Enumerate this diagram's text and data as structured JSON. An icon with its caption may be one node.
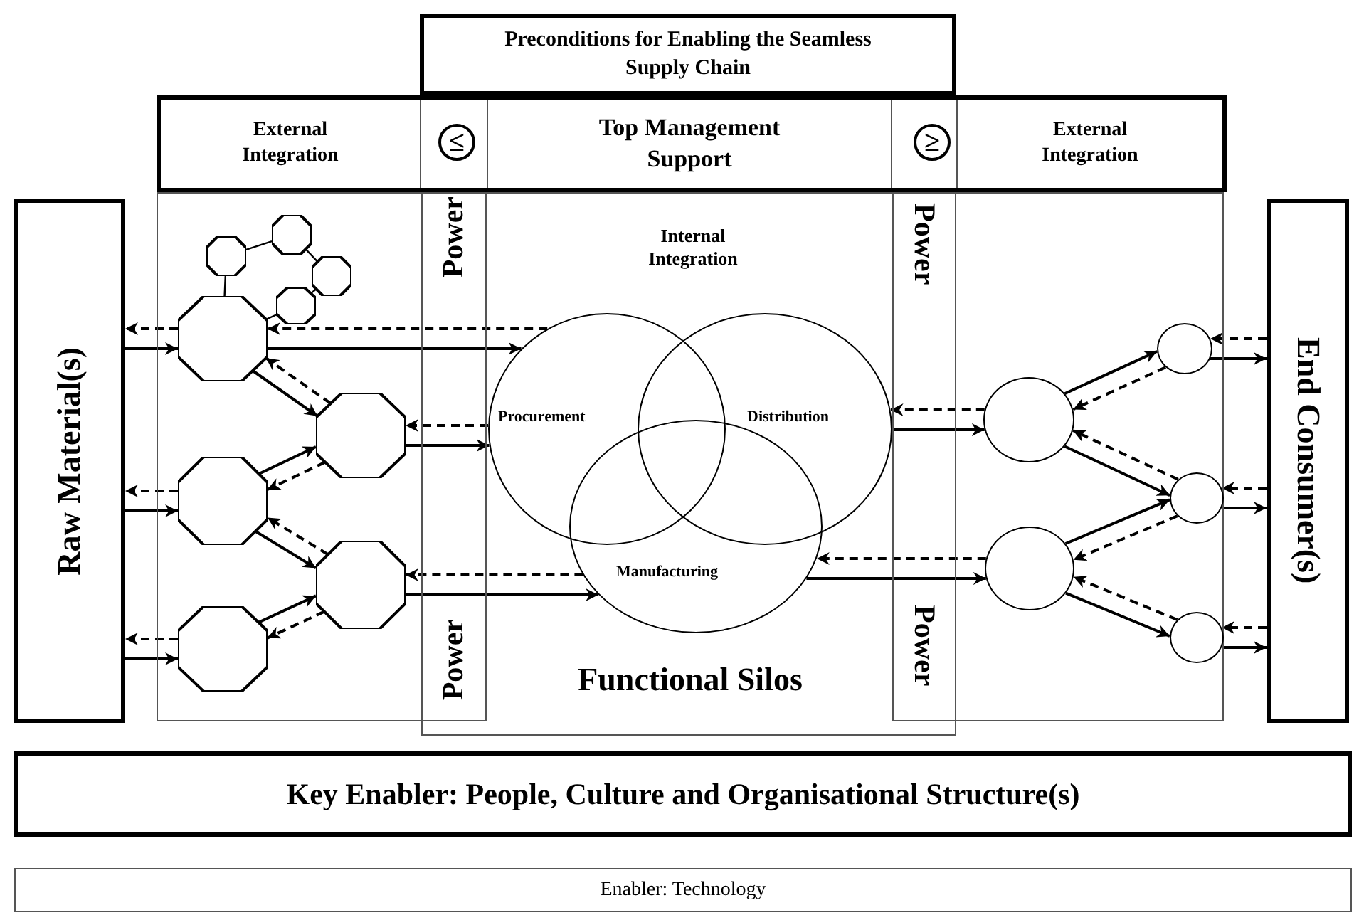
{
  "diagram": {
    "nodes": [
      {
        "text": [
          "Preconditions for Enabling the Seamless Supply Chain"
        ]
      },
      {
        "text": [],
        "shape": "box"
      },
      {
        "text": [
          "External Integration"
        ],
        "in": 1
      },
      {
        "text": [
          "Top Management Support"
        ],
        "in": 1
      },
      {
        "text": [
          "External Integration"
        ],
        "in": 1
      },
      {
        "text": [
          "Raw Material(s)"
        ]
      },
      {
        "text": [],
        "shape": "box"
      },
      {
        "text": [
          "Internal Integration",
          "Functional Silos"
        ]
      },
      {
        "text": [],
        "shape": "box"
      },
      {
        "text": [
          "End Consumer(s)"
        ]
      },
      {
        "text": [],
        "shape": "octagon",
        "in": 6
      },
      {
        "text": [],
        "shape": "octagon",
        "in": 6
      },
      {
        "text": [],
        "shape": "octagon",
        "in": 6
      },
      {
        "text": [],
        "shape": "octagon",
        "in": 6
      },
      {
        "text": [],
        "shape": "octagon",
        "in": 6
      },
      {
        "text": [],
        "shape": "octagon",
        "in": 6
      },
      {
        "text": [],
        "shape": "octagon",
        "in": 6
      },
      {
        "text": [],
        "shape": "octagon",
        "in": 6
      },
      {
        "text": [],
        "shape": "octagon",
        "in": 6
      },
      {
        "text": [
          "Procurement"
        ],
        "in": 7
      },
      {
        "text": [
          "Distribution"
        ],
        "in": 7
      },
      {
        "text": [
          "Manufacturing"
        ],
        "in": 7
      },
      {
        "text": [],
        "shape": "circle",
        "in": 8
      },
      {
        "text": [],
        "shape": "circle",
        "in": 8
      },
      {
        "text": [],
        "shape": "circle",
        "in": 8
      },
      {
        "text": [],
        "shape": "circle",
        "in": 8
      },
      {
        "text": [],
        "shape": "circle",
        "in": 8
      },
      {
        "text": [
          "Key Enabler: People, Culture and Organisational Structure(s)"
        ]
      },
      {
        "text": [
          "Enabler: Technology"
        ]
      }
    ],
    "edges": [
      {
        "from": 11,
        "to": 10,
        "arrow": "none"
      },
      {
        "from": 10,
        "to": 12,
        "arrow": "none"
      },
      {
        "from": 12,
        "to": 13,
        "arrow": "none"
      },
      {
        "from": 13,
        "to": 14,
        "arrow": "none"
      },
      {
        "from": 11,
        "to": 14,
        "arrow": "none"
      },
      {
        "from": 14,
        "to": 5,
        "arrow": "to",
        "style": "dashed"
      },
      {
        "from": 5,
        "to": 14,
        "arrow": "to"
      },
      {
        "from": 16,
        "to": 5,
        "arrow": "to",
        "style": "dashed"
      },
      {
        "from": 5,
        "to": 16,
        "arrow": "to"
      },
      {
        "from": 18,
        "to": 5,
        "arrow": "to",
        "style": "dashed"
      },
      {
        "from": 5,
        "to": 18,
        "arrow": "to"
      },
      {
        "from": 14,
        "to": 15,
        "arrow": "to"
      },
      {
        "from": 15,
        "to": 14,
        "arrow": "to",
        "style": "dashed"
      },
      {
        "from": 16,
        "to": 15,
        "arrow": "to"
      },
      {
        "from": 15,
        "to": 16,
        "arrow": "to",
        "style": "dashed"
      },
      {
        "from": 16,
        "to": 17,
        "arrow": "to"
      },
      {
        "from": 17,
        "to": 16,
        "arrow": "to",
        "style": "dashed"
      },
      {
        "from": 18,
        "to": 17,
        "arrow": "to"
      },
      {
        "from": 17,
        "to": 18,
        "arrow": "to",
        "style": "dashed"
      },
      {
        "from": 19,
        "to": 14,
        "arrow": "to",
        "style": "dashed"
      },
      {
        "from": 14,
        "to": 19,
        "arrow": "to"
      },
      {
        "from": 19,
        "to": 15,
        "arrow": "to",
        "style": "dashed"
      },
      {
        "from": 15,
        "to": 19,
        "arrow": "to"
      },
      {
        "from": 21,
        "to": 17,
        "arrow": "to",
        "style": "dashed"
      },
      {
        "from": 17,
        "to": 21,
        "arrow": "to"
      },
      {
        "from": 20,
        "to": 23,
        "arrow": "to"
      },
      {
        "from": 23,
        "to": 20,
        "arrow": "to",
        "style": "dashed"
      },
      {
        "from": 21,
        "to": 25,
        "arrow": "to"
      },
      {
        "from": 25,
        "to": 21,
        "arrow": "to",
        "style": "dashed"
      },
      {
        "from": 23,
        "to": 22,
        "arrow": "to"
      },
      {
        "from": 22,
        "to": 23,
        "arrow": "to",
        "style": "dashed"
      },
      {
        "from": 23,
        "to": 24,
        "arrow": "to"
      },
      {
        "from": 24,
        "to": 23,
        "arrow": "to",
        "style": "dashed"
      },
      {
        "from": 25,
        "to": 24,
        "arrow": "to"
      },
      {
        "from": 24,
        "to": 25,
        "arrow": "to",
        "style": "dashed"
      },
      {
        "from": 25,
        "to": 26,
        "arrow": "to"
      },
      {
        "from": 26,
        "to": 25,
        "arrow": "to",
        "style": "dashed"
      },
      {
        "from": 22,
        "to": 9,
        "arrow": "to"
      },
      {
        "from": 9,
        "to": 22,
        "arrow": "to",
        "style": "dashed"
      },
      {
        "from": 24,
        "to": 9,
        "arrow": "to"
      },
      {
        "from": 9,
        "to": 24,
        "arrow": "to",
        "style": "dashed"
      },
      {
        "from": 26,
        "to": 9,
        "arrow": "to"
      },
      {
        "from": 9,
        "to": 26,
        "arrow": "to",
        "style": "dashed"
      }
    ],
    "labels": [
      "≤",
      "≥",
      "Power",
      "Power",
      "Power",
      "Power"
    ]
  }
}
